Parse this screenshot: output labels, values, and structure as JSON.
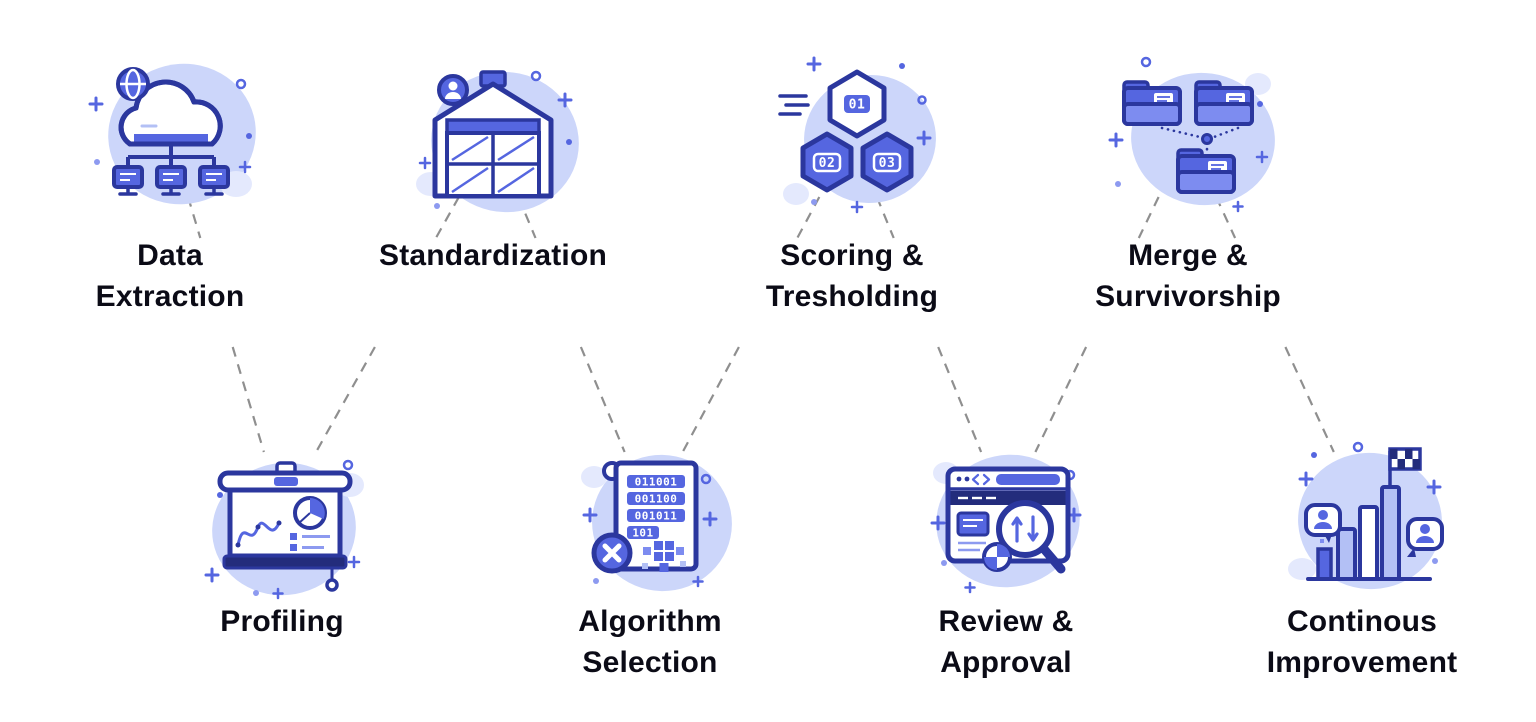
{
  "colors": {
    "outline": "#2b379e",
    "primary": "#5566e0",
    "primary_light": "#7d8cf0",
    "pale": "#b3c0f5",
    "blob": "#ccd6fa",
    "blob_light": "#e4e9fd",
    "navy": "#232c7c",
    "text": "#0b0b16",
    "connector": "#8f8f8f"
  },
  "steps": [
    {
      "id": "data-extraction",
      "label": "Data\nExtraction",
      "icon": "cloud-network-icon",
      "row": "top"
    },
    {
      "id": "standardization",
      "label": "Standardization",
      "icon": "warehouse-icon",
      "row": "top"
    },
    {
      "id": "scoring-tresholding",
      "label": "Scoring &\nTresholding",
      "icon": "hexagon-steps-icon",
      "row": "top"
    },
    {
      "id": "merge-survivorship",
      "label": "Merge &\nSurvivorship",
      "icon": "folders-merge-icon",
      "row": "top"
    },
    {
      "id": "profiling",
      "label": "Profiling",
      "icon": "presentation-chart-icon",
      "row": "bottom"
    },
    {
      "id": "algorithm-selection",
      "label": "Algorithm\nSelection",
      "icon": "binary-document-icon",
      "row": "bottom"
    },
    {
      "id": "review-approval",
      "label": "Review &\nApproval",
      "icon": "browser-magnifier-icon",
      "row": "bottom"
    },
    {
      "id": "continous-improvement",
      "label": "Continous\nImprovement",
      "icon": "goal-chart-icon",
      "row": "bottom"
    }
  ],
  "icon_text": {
    "hex1": "01",
    "hex2": "02",
    "hex3": "03",
    "binary_rows": [
      "011001",
      "001100",
      "001011",
      "101"
    ]
  },
  "connections": [
    {
      "from": "data-extraction",
      "to": "profiling"
    },
    {
      "from": "standardization",
      "to": "profiling"
    },
    {
      "from": "standardization",
      "to": "algorithm-selection"
    },
    {
      "from": "scoring-tresholding",
      "to": "algorithm-selection"
    },
    {
      "from": "scoring-tresholding",
      "to": "review-approval"
    },
    {
      "from": "merge-survivorship",
      "to": "review-approval"
    },
    {
      "from": "merge-survivorship",
      "to": "continous-improvement"
    }
  ]
}
